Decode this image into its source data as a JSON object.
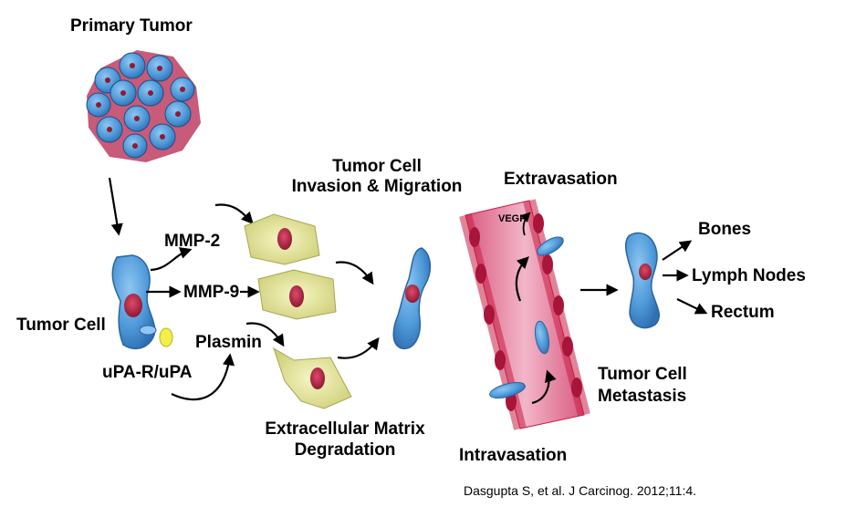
{
  "labels": {
    "primary_tumor": "Primary Tumor",
    "tumor_cell": "Tumor Cell",
    "upa": "uPA-R/uPA",
    "mmp2": "MMP-2",
    "mmp9": "MMP-9",
    "plasmin": "Plasmin",
    "invasion_line1": "Tumor Cell",
    "invasion_line2": "Invasion & Migration",
    "ecm_line1": "Extracellular Matrix",
    "ecm_line2": "Degradation",
    "extravasation": "Extravasation",
    "vegf": "VEGF",
    "intravasation": "Intravasation",
    "metastasis_line1": "Tumor Cell",
    "metastasis_line2": "Metastasis",
    "bones": "Bones",
    "lymph_nodes": "Lymph Nodes",
    "rectum": "Rectum"
  },
  "citation": "Dasgupta S, et al. J Carcinog. 2012;11:4.",
  "colors": {
    "cell_blue": "#4f9ad9",
    "nucleus_red": "#b3263e",
    "ecm_yellow": "#ecec9c",
    "vessel_pink": "#e07b98",
    "vessel_wall": "#c81d46",
    "receptor_yellow": "#f2ef4a"
  }
}
